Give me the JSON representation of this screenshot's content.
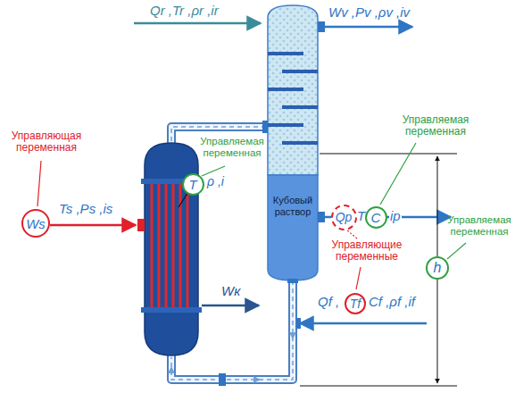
{
  "diagram": {
    "nodes": [
      {
        "text": [
          "Кубовый раствор"
        ]
      },
      {
        "text": [
          "Ws"
        ]
      },
      {
        "text": [
          "T"
        ]
      },
      {
        "text": [
          "Qp"
        ]
      },
      {
        "text": [
          "C"
        ]
      },
      {
        "text": [
          "h"
        ]
      },
      {
        "text": [
          "Tf"
        ]
      }
    ],
    "labels": [
      "Qr ,Tr ,ρr ,ir",
      "Wv ,Pv ,ρv ,iv",
      "Управляющая переменная",
      "Управляемая переменная",
      "Управляемая переменная",
      "ρ ,i",
      "Ts ,Ps ,is",
      "T",
      "ip",
      "Управляющие переменные",
      "Управляемая переменная",
      "Wк",
      "Qf ,",
      "Cf ,ρf ,if"
    ]
  }
}
